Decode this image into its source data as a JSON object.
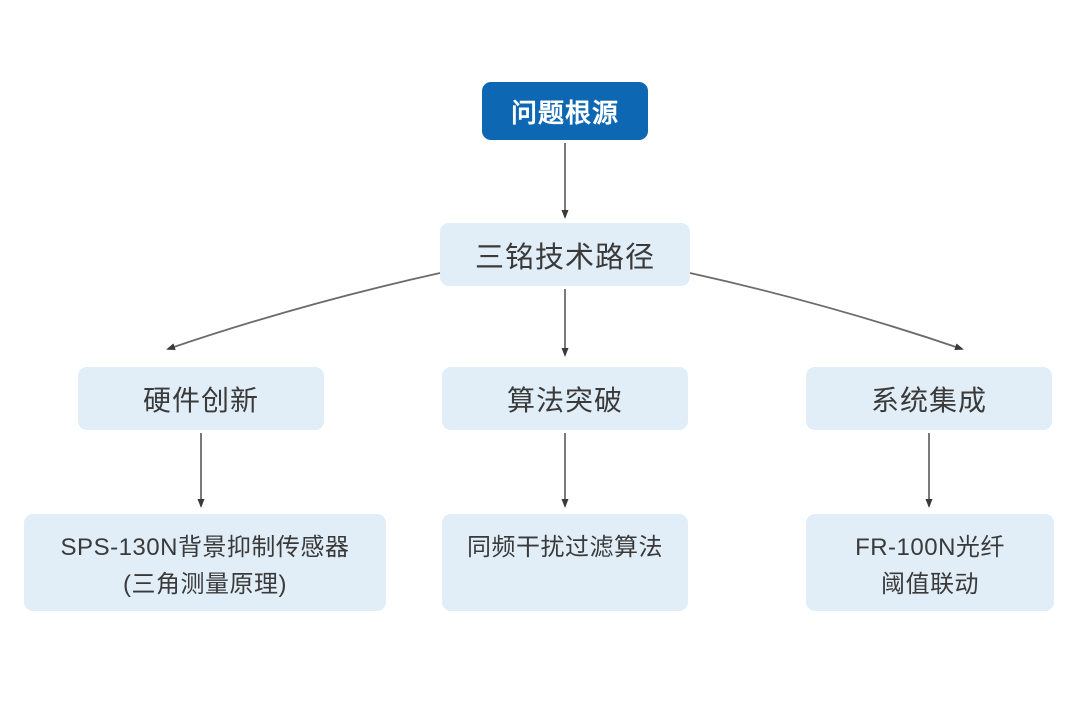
{
  "diagram": {
    "type": "flowchart",
    "colors": {
      "root_fill": "#0e67b2",
      "root_text": "#ffffff",
      "node_fill": "#e1eef7",
      "node_text": "#3a3a3a",
      "arrow_line": "#6b6b6b",
      "arrow_head": "#3a3a3a",
      "background": "#ffffff"
    },
    "nodes": {
      "root": {
        "label": "问题根源"
      },
      "hub": {
        "label": "三铭技术路径"
      },
      "hardware": {
        "label": "硬件创新"
      },
      "algorithm": {
        "label": "算法突破"
      },
      "system": {
        "label": "系统集成"
      },
      "sensor": {
        "line1": "SPS-130N背景抑制传感器",
        "line2": "(三角测量原理)"
      },
      "filter": {
        "line1": "同频干扰过滤算法"
      },
      "fiber": {
        "line1": "FR-100N光纤",
        "line2": "阈值联动"
      }
    },
    "edges": [
      {
        "from": "问题根源",
        "to": "三铭技术路径"
      },
      {
        "from": "三铭技术路径",
        "to": "硬件创新"
      },
      {
        "from": "三铭技术路径",
        "to": "算法突破"
      },
      {
        "from": "三铭技术路径",
        "to": "系统集成"
      },
      {
        "from": "硬件创新",
        "to": "SPS-130N背景抑制传感器(三角测量原理)"
      },
      {
        "from": "算法突破",
        "to": "同频干扰过滤算法"
      },
      {
        "from": "系统集成",
        "to": "FR-100N光纤阈值联动"
      }
    ]
  }
}
